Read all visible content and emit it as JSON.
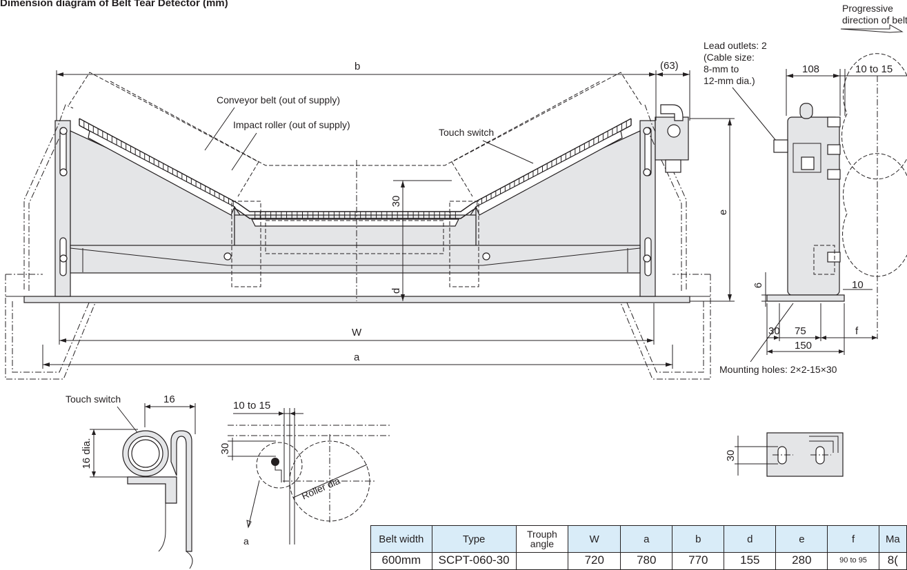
{
  "title": "Dimension diagram of Belt Tear Detector (mm)",
  "direction": {
    "line1": "Progressive",
    "line2": "direction of belt"
  },
  "labels": {
    "conveyor_belt": "Conveyor belt (out of supply)",
    "impact_roller": "Impact roller (out of supply)",
    "touch_switch_main": "Touch switch",
    "lead_outlets": [
      "Lead outlets: 2",
      "(Cable size:",
      "8-mm to",
      "12-mm dia.)"
    ],
    "mounting_holes": "Mounting holes: 2×2-15×30",
    "touch_switch_detail": "Touch switch",
    "roller_dia": "Roller dia",
    "detail_a": "a"
  },
  "dims": {
    "b": "b",
    "sixty_three": "(63)",
    "thirty_center": "30",
    "d": "d",
    "e": "e",
    "W": "W",
    "a": "a",
    "d108": "108",
    "d10to15_side": "10 to 15",
    "d6": "6",
    "d10": "10",
    "d30": "30",
    "d75": "75",
    "d150": "150",
    "f": "f",
    "d16": "16",
    "d16dia": "16 dia.",
    "d10to15_detail": "10 to 15",
    "d30_detail": "30",
    "d30_plate": "30"
  },
  "table": {
    "headers": [
      "Belt width",
      "Type",
      "Trouph angle",
      "W",
      "a",
      "b",
      "d",
      "e",
      "f",
      "Ma"
    ],
    "rows": [
      [
        "600mm",
        "SCPT-060-30",
        "",
        "720",
        "780",
        "770",
        "155",
        "280",
        "90 to 95",
        "8("
      ]
    ]
  }
}
